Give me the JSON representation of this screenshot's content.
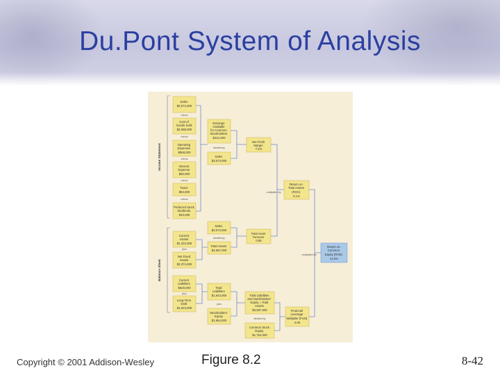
{
  "slide": {
    "title": "Du.Pont System of Analysis",
    "copyright": "Copyright © 2001 Addison-Wesley",
    "figure_label": "Figure 8.2",
    "page_number": "8-42"
  },
  "colors": {
    "title": "#2b3fa0",
    "box": "#f3e58c",
    "final_box": "#a9c9e8",
    "line": "#6a8ac8",
    "figure_bg": "#f7eed8"
  },
  "diagram": {
    "side_labels": {
      "income": "Income Statement",
      "balance": "Balance Sheet"
    },
    "col1": {
      "sales": [
        "Sales",
        "$3,074,000"
      ],
      "minus1": "minus",
      "cogs": [
        "Cost of",
        "Goods Sold",
        "$2,088,000"
      ],
      "minus2": "minus",
      "opex": [
        "Operating",
        "Expenses",
        "$568,000"
      ],
      "minus3": "minus",
      "interest": [
        "Interest",
        "Expense",
        "$93,000"
      ],
      "minus4": "minus",
      "taxes": [
        "Taxes",
        "$94,000"
      ],
      "minus5": "minus",
      "pref": [
        "Preferred Stock",
        "Dividends",
        "$10,000"
      ],
      "current_assets": [
        "Current",
        "Assets",
        "$1,223,000"
      ],
      "plus1": "plus",
      "fixed_assets": [
        "Net Fixed",
        "Assets",
        "$2,374,000"
      ],
      "current_liab": [
        "Current",
        "Liabilities",
        "$620,000"
      ],
      "plus2": "plus",
      "ltd": [
        "Long-Term",
        "Debt",
        "$1,023,000"
      ]
    },
    "col2": {
      "earnings": [
        "Earnings",
        "Available",
        "for Common",
        "Stockholders",
        "$221,000"
      ],
      "divided1": "divided by",
      "sales": [
        "Sales",
        "$3,074,000"
      ],
      "sales2": [
        "Sales",
        "$3,074,000"
      ],
      "divided2": "divided by",
      "total_assets": [
        "Total Assets",
        "$3,597,000"
      ],
      "total_liab": [
        "Total",
        "Liabilities",
        "$1,643,000"
      ],
      "plus": "plus",
      "equity": [
        "Stockholders'",
        "Equity",
        "$1,954,000"
      ]
    },
    "col3": {
      "npm": [
        "Net Profit",
        "Margin",
        "7.2%"
      ],
      "tat": [
        "Total Asset",
        "Turnover",
        "0.85"
      ],
      "tl_se": [
        "Total Liabilities",
        "and Stockholders'",
        "Equity = Total",
        "Assets",
        "$3,597,000"
      ],
      "divided": "divided by",
      "cse": [
        "Common Stock",
        "Equity",
        "$1,754,000"
      ]
    },
    "col4": {
      "multiplied": "multiplied by",
      "roa": [
        "Return on",
        "Total Assets",
        "(ROA)",
        "6.1%"
      ],
      "fem": [
        "Financial",
        "Leverage",
        "Multiplier (FLM)",
        "2.06"
      ]
    },
    "col5": {
      "multiplied": "multiplied by",
      "roe": [
        "Return on",
        "Common",
        "Equity (ROE)",
        "12.6%"
      ]
    }
  }
}
